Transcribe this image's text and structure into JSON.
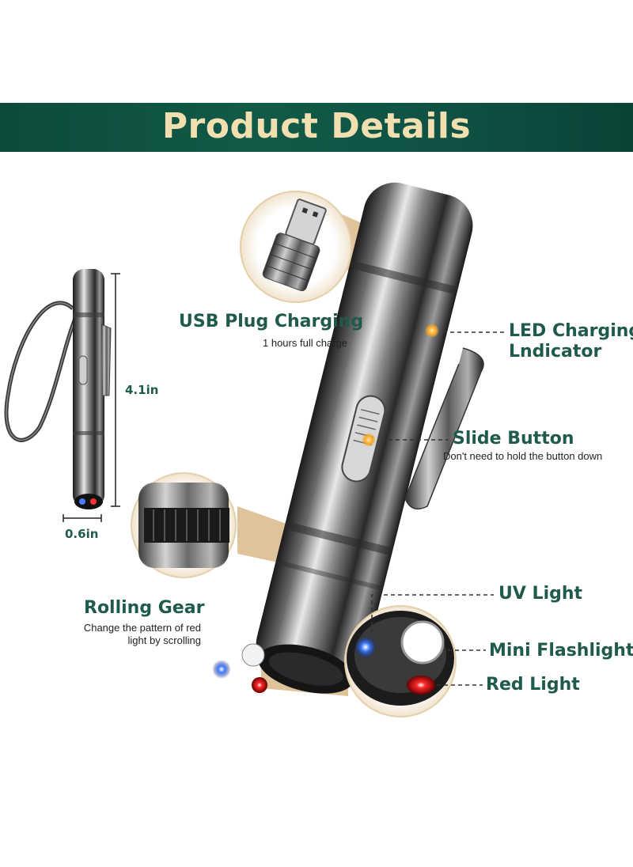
{
  "header": {
    "title": "Product Details"
  },
  "dimensions": {
    "height": "4.1in",
    "width": "0.6in"
  },
  "callouts": {
    "usb": {
      "title": "USB Plug Charging",
      "subtitle": "1 hours full charge"
    },
    "led": {
      "title_line1": "LED Charging",
      "title_line2": "Lndicator"
    },
    "slide": {
      "title": "Slide Button",
      "subtitle": "Don't need to hold the button down"
    },
    "gear": {
      "title": "Rolling Gear",
      "subtitle_line1": "Change the pattern of red",
      "subtitle_line2": "light by scrolling"
    },
    "uv": {
      "title": "UV Light"
    },
    "flash": {
      "title": "Mini Flashlight"
    },
    "red": {
      "title": "Red Light"
    }
  },
  "colors": {
    "banner": "#0f5244",
    "banner_text": "#f2dfb0",
    "label": "#1f5a4c",
    "callout_cone": "#d9b98a",
    "indicator": "#f5a623"
  }
}
